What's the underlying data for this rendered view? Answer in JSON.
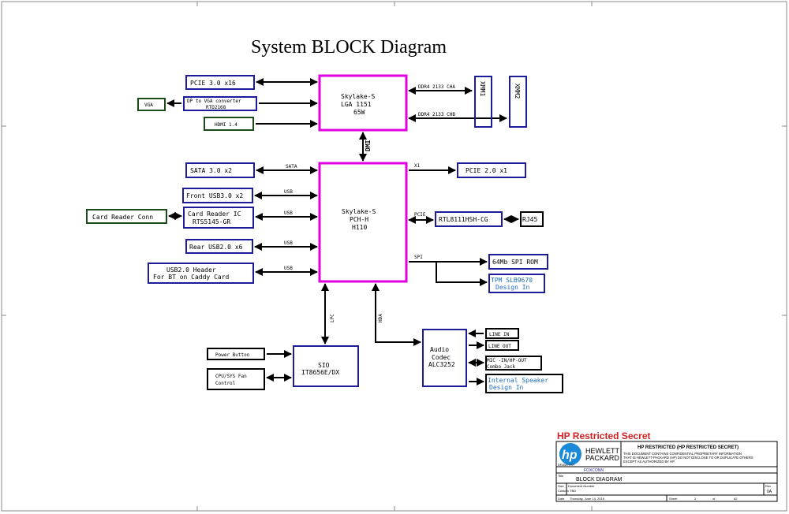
{
  "title": "System BLOCK Diagram",
  "colors": {
    "cpu_border": "#e000e0",
    "box_blue": "#1c1c9a",
    "box_green": "#1a4d1a",
    "box_black": "#000000",
    "red_text": "#d42020",
    "hp_blue": "#1a8ad8",
    "cyan_text": "#1e6ebf"
  },
  "cpu": {
    "l1": "Skylake-S",
    "l2": "LGA 1151",
    "l3": "65W"
  },
  "pch": {
    "l1": "Skylake-S",
    "l2": "PCH-H",
    "l3": "H110"
  },
  "dmi_label": "DMI",
  "left_top": {
    "pcie16": "PCIE 3.0 x16",
    "dp_vga_l1": "DP to VGA converter",
    "dp_vga_l2": "RTD2168",
    "vga": "VGA",
    "hdmi": "HDMI 1.4"
  },
  "memory": {
    "cha": "DDR4 2133 CHA",
    "chb": "DDR4 2133 CHB",
    "xmm1": "XMM1",
    "xmm2": "XMM2"
  },
  "left_pch": {
    "sata": "SATA 3.0 x2",
    "sata_bus": "SATA",
    "front_usb": "Front USB3.0 x2",
    "usb1": "USB",
    "card_ic_l1": "Card Reader IC",
    "card_ic_l2": "RTS5145-GR",
    "card_conn": "Card Reader Conn",
    "usb2": "USB",
    "rear_usb": "Rear USB2.0 x6",
    "usb3": "USB",
    "usb_hdr_l1": "USB2.0  Header",
    "usb_hdr_l2": "For BT on Caddy  Card",
    "usb4": "USB"
  },
  "right_pch": {
    "x1_bus": "X1",
    "pcie_x1": "PCIE 2.0 x1",
    "pcie_bus": "PCIE",
    "lan": "RTL8111HSH-CG",
    "rj45": "RJ45",
    "spi_bus": "SPI",
    "spi_rom": "64Mb SPI ROM",
    "tpm_l1": "TPM SLB9670",
    "tpm_l2": "Design In"
  },
  "lower": {
    "lpc": "LPC",
    "hda": "HDA",
    "sio_l1": "SIO",
    "sio_l2": "IT8656E/DX",
    "power_btn": "Power Button",
    "fan_l1": "CPU/SYS Fan",
    "fan_l2": "Control",
    "codec_l1": "Audio",
    "codec_l2": "Codec",
    "codec_l3": "ALC3252",
    "line_in": "LINE IN",
    "line_out": "LINE OUT",
    "mic_l1": "MIC -IN/HP-OUT",
    "mic_l2": "Combo Jack",
    "spk_l1": "Internal Speaker",
    "spk_l2": "Design In"
  },
  "title_block": {
    "restricted": "HP Restricted Secret",
    "hp_logo": "hp",
    "hewlett": "HEWLETT",
    "packard": "PACKARD",
    "header": "HP RESTRICTED (HP RESTRICTED SECRET)",
    "confidential_l1": "THIS DOCUMENT CONTAINS CONFIDENTIAL PROPRIETARY INFORMATION",
    "confidential_l2": "THAT IS HEWLETT-PACKARD (HP) DO NOT DISCLOSE TO OR DUPLICATE OTHERS",
    "confidential_l3": "EXCEPT AS AUTHORIZED BY HP.",
    "drawn_by": "DRAWN BY",
    "foxconn": "FOXCONN",
    "title_lbl": "Title",
    "doc_title": "BLOCK DIAGRAM",
    "size_lbl": "Size",
    "size": "Custom",
    "docnum_lbl": "Document Number",
    "docnum": "TBD",
    "rev_lbl": "Rev",
    "rev": "0A",
    "date_lbl": "Date",
    "date": "Thursday, June 14, 2016",
    "sheet_lbl": "Sheet",
    "sheet": "2",
    "of_lbl": "of",
    "of": "62"
  }
}
